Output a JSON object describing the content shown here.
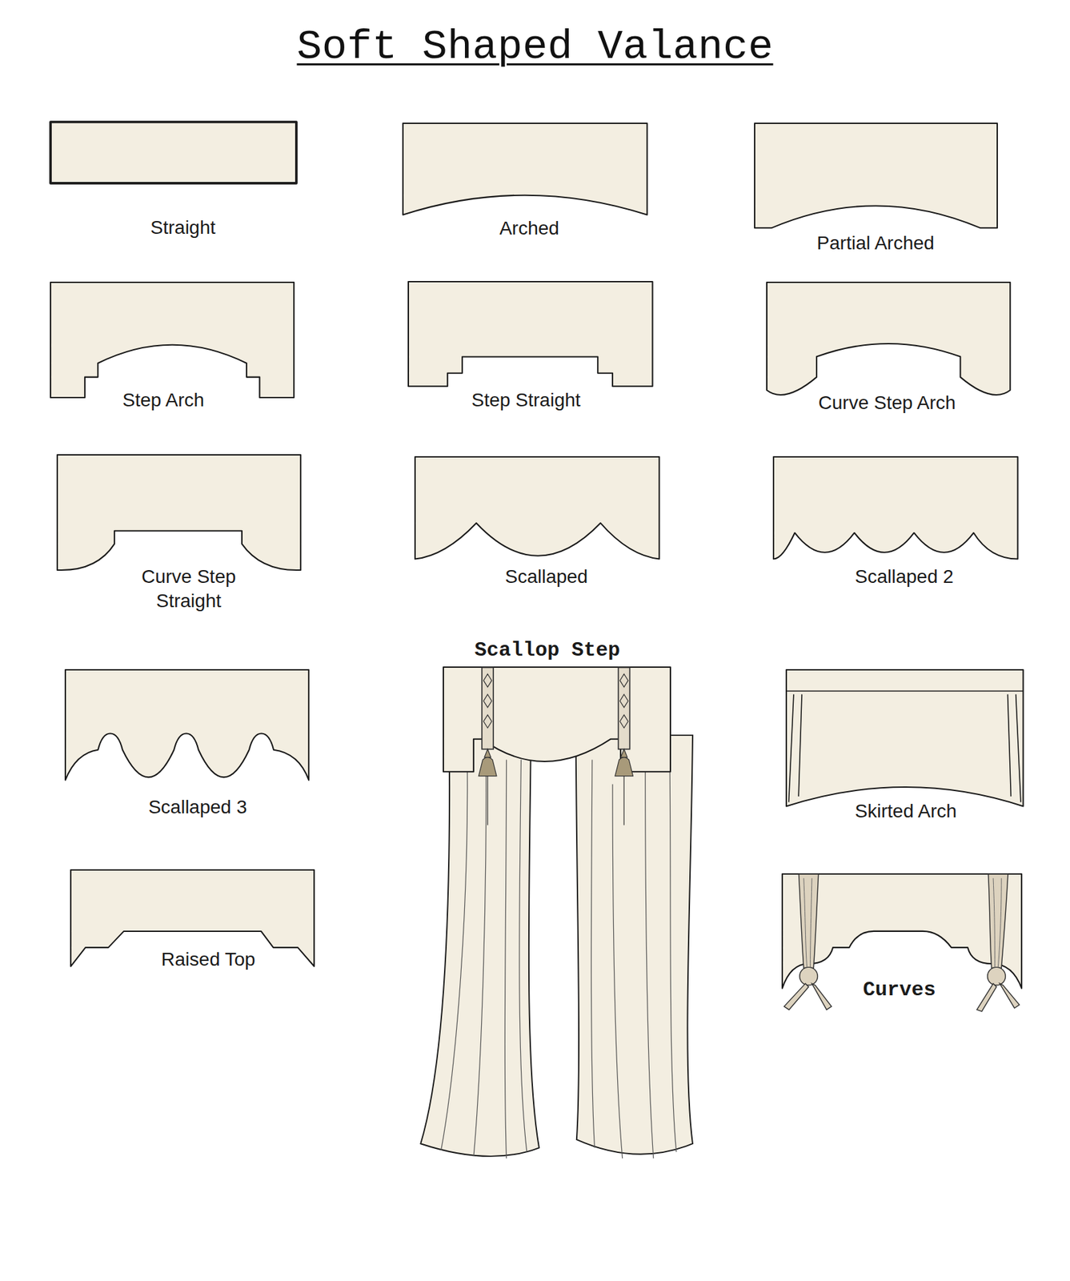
{
  "diagram": {
    "title": "Soft Shaped Valance",
    "nodes": [
      {
        "text": [
          "Straight"
        ]
      },
      {
        "text": [
          "Arched"
        ]
      },
      {
        "text": [
          "Partial Arched"
        ]
      },
      {
        "text": [
          "Step Arch"
        ]
      },
      {
        "text": [
          "Step Straight"
        ]
      },
      {
        "text": [
          "Curve Step Arch"
        ]
      },
      {
        "text": [
          "Curve Step Straight"
        ]
      },
      {
        "text": [
          "Scallaped"
        ]
      },
      {
        "text": [
          "Scallaped 2"
        ]
      },
      {
        "text": [
          "Scallaped 3"
        ]
      },
      {
        "text": [
          "Scallop Step"
        ]
      },
      {
        "text": [
          "Skirted Arch"
        ]
      },
      {
        "text": [
          "Raised Top"
        ]
      },
      {
        "text": [
          "Curves"
        ]
      }
    ]
  }
}
